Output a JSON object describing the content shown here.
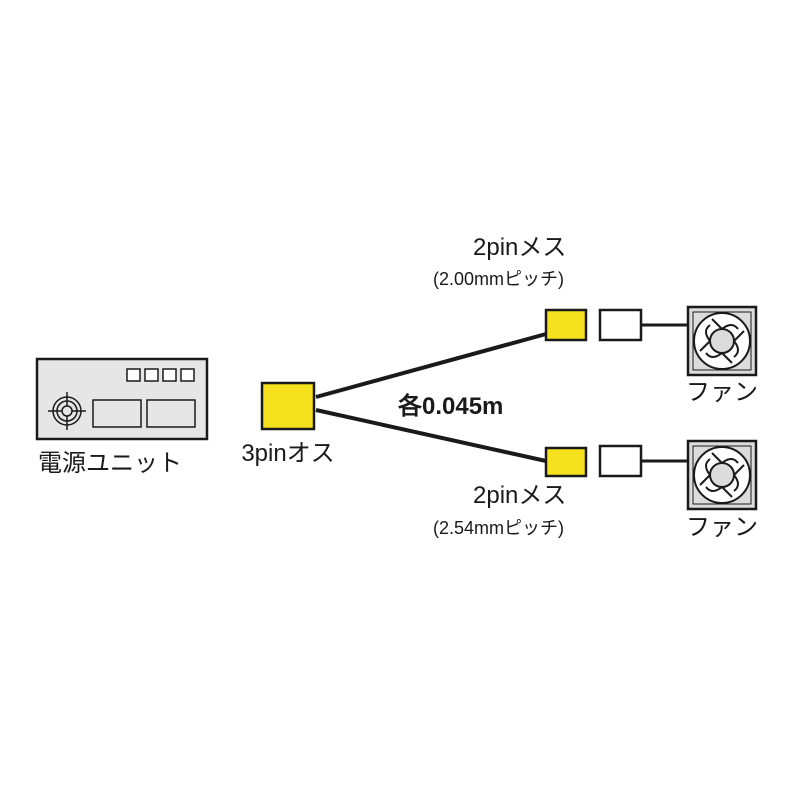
{
  "power_unit": {
    "label": "電源ユニット"
  },
  "connector_3pin": {
    "label": "3pinオス"
  },
  "length": {
    "label": "各0.045m"
  },
  "connector_top": {
    "name": "2pinメス",
    "pitch": "(2.00mmピッチ)"
  },
  "connector_bottom": {
    "name": "2pinメス",
    "pitch": "(2.54mmピッチ)"
  },
  "fan_top": {
    "label": "ファン"
  },
  "fan_bottom": {
    "label": "ファン"
  },
  "colors": {
    "connector": "#f5e11e",
    "panel": "#e6e6e6",
    "outline": "#1a1a1a",
    "fan_body": "#dcdcdc"
  }
}
